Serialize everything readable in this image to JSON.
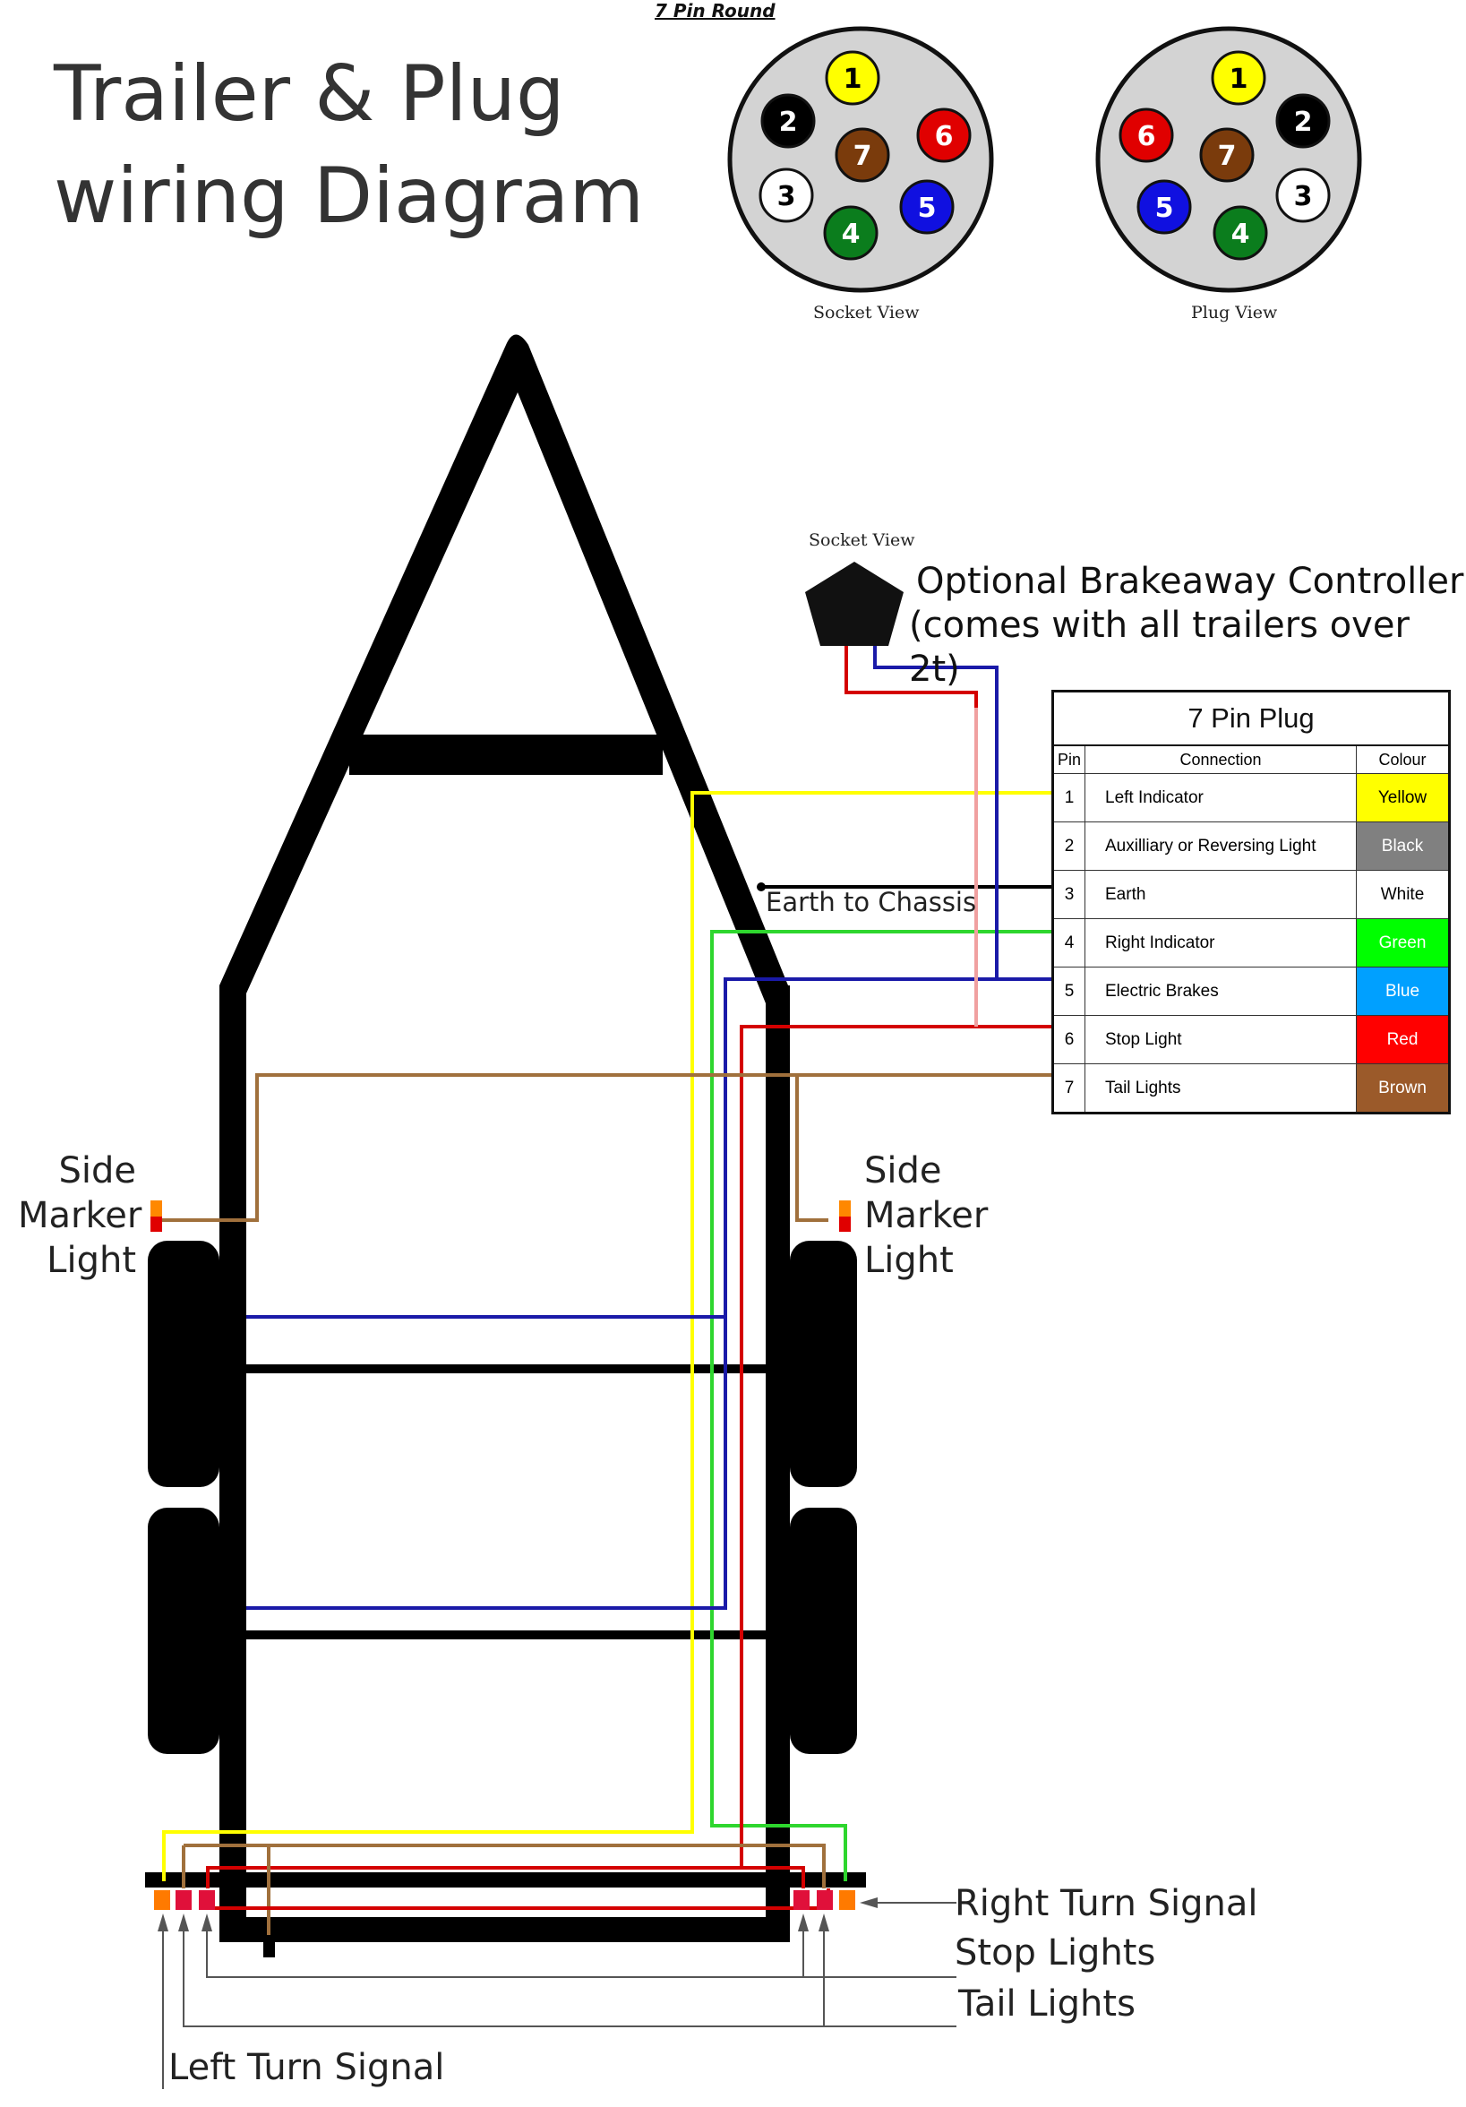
{
  "title_line1": "Trailer & Plug",
  "title_line2": "wiring Diagram",
  "round_header": "7 Pin Round",
  "socket_view_label": "Socket View",
  "plug_view_label": "Plug View",
  "breakaway": {
    "view_label": "Socket View",
    "line1": "Optional Brakeaway Controller",
    "line2": "(comes with all trailers over 2t)"
  },
  "earth_label": "Earth to Chassis",
  "side_marker_left": [
    "Side",
    "Marker",
    "Light"
  ],
  "side_marker_right": [
    "Side",
    "Marker",
    "Light"
  ],
  "rear_labels": {
    "right_turn": "Right Turn Signal",
    "stop": "Stop Lights",
    "tail": "Tail Lights",
    "left_turn": "Left Turn Signal"
  },
  "table": {
    "title": "7 Pin Plug",
    "headers": {
      "pin": "Pin",
      "connection": "Connection",
      "colour": "Colour"
    },
    "rows": [
      {
        "pin": "1",
        "connection": "Left Indicator",
        "colour": "Yellow",
        "bg": "#ffff00",
        "fg": "#000000"
      },
      {
        "pin": "2",
        "connection": "Auxilliary or Reversing Light",
        "colour": "Black",
        "bg": "#808080",
        "fg": "#ffffff"
      },
      {
        "pin": "3",
        "connection": "Earth",
        "colour": "White",
        "bg": "#ffffff",
        "fg": "#000000"
      },
      {
        "pin": "4",
        "connection": "Right Indicator",
        "colour": "Green",
        "bg": "#00ff00",
        "fg": "#ffffff"
      },
      {
        "pin": "5",
        "connection": "Electric Brakes",
        "colour": "Blue",
        "bg": "#00a0ff",
        "fg": "#ffffff"
      },
      {
        "pin": "6",
        "connection": "Stop Light",
        "colour": "Red",
        "bg": "#ff0000",
        "fg": "#ffffff"
      },
      {
        "pin": "7",
        "connection": "Tail Lights",
        "colour": "Brown",
        "bg": "#9b5a2a",
        "fg": "#ffffff"
      }
    ]
  },
  "socket_pins": [
    {
      "num": "1",
      "color": "#ffff00",
      "text": "#000000"
    },
    {
      "num": "2",
      "color": "#000000",
      "text": "#ffffff"
    },
    {
      "num": "3",
      "color": "#ffffff",
      "text": "#000000"
    },
    {
      "num": "4",
      "color": "#0b7d1d",
      "text": "#ffffff"
    },
    {
      "num": "5",
      "color": "#1010e0",
      "text": "#ffffff"
    },
    {
      "num": "6",
      "color": "#e00000",
      "text": "#ffffff"
    },
    {
      "num": "7",
      "color": "#7a3b0c",
      "text": "#ffffff"
    }
  ],
  "wire_colors": {
    "yellow": "#ffff00",
    "black": "#000000",
    "green": "#2ed62e",
    "blue": "#1a1aa8",
    "red": "#d40000",
    "brown": "#a0703c",
    "pink": "#f0a0a0",
    "frame": "#000000"
  }
}
